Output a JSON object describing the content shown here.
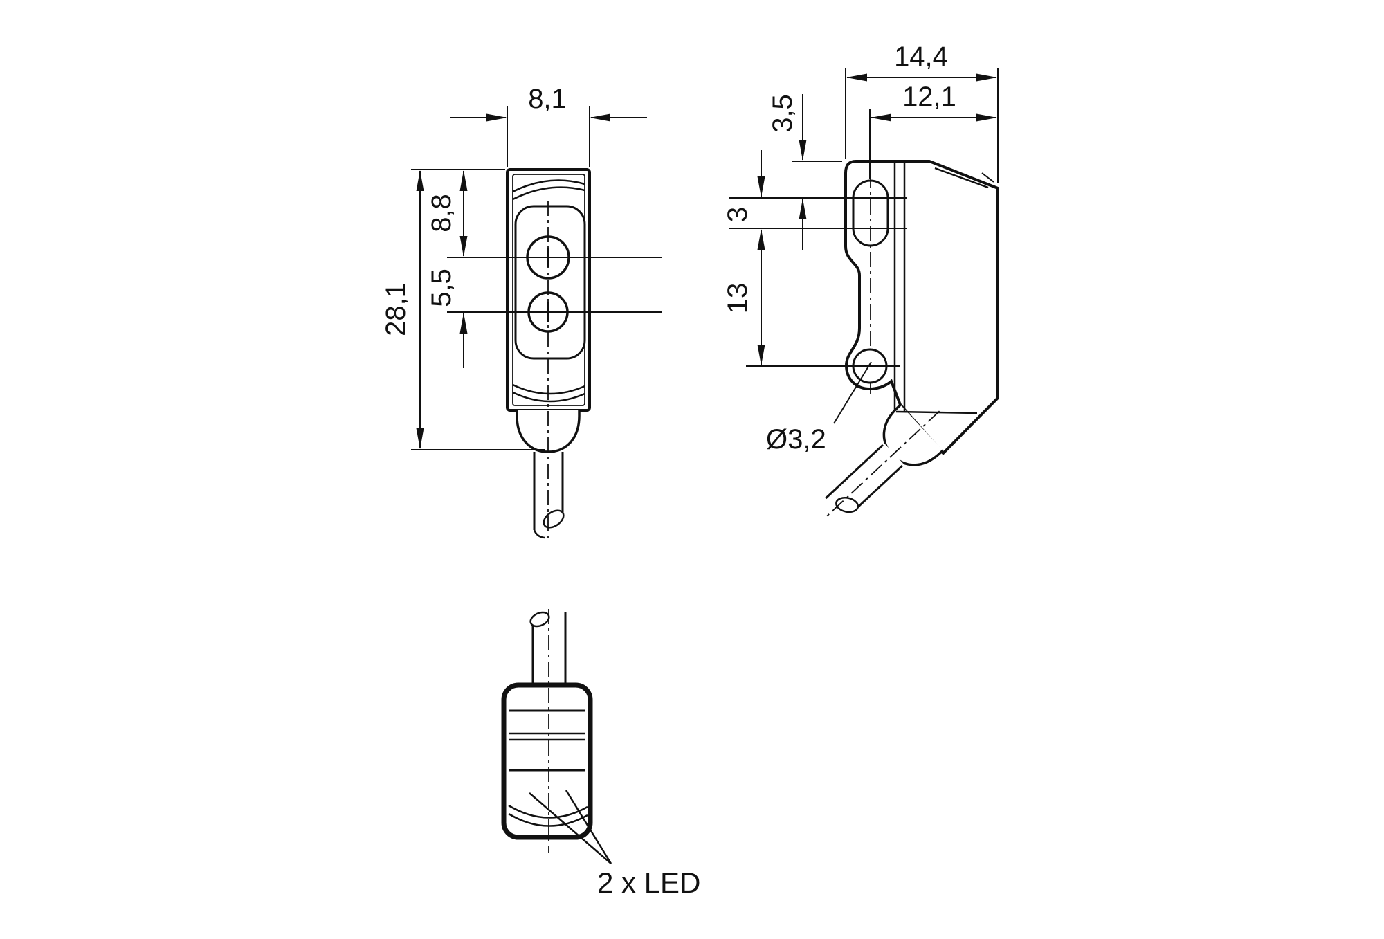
{
  "drawing": {
    "labels": {
      "front_width": "8,1",
      "front_height": "28,1",
      "front_lens1_offset": "8,8",
      "front_lens_pitch": "5,5",
      "side_depth": "14,4",
      "side_slot_to_back": "12,1",
      "side_slot_top_offset": "3,5",
      "side_slot_pitch": "3",
      "side_hole_pitch": "13",
      "side_hole_diameter": "Ø3,2",
      "bottom_led": "2 x LED"
    },
    "colors": {
      "line": "#111111",
      "background": "#ffffff"
    }
  }
}
